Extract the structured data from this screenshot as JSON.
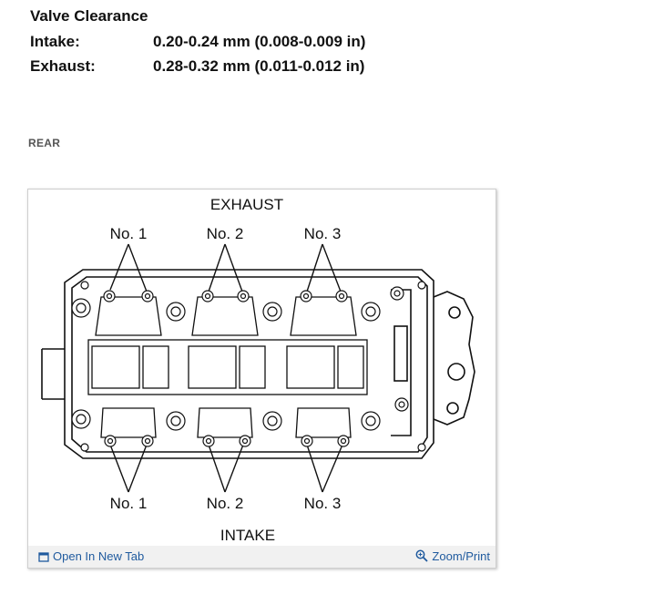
{
  "spec": {
    "title": "Valve Clearance",
    "intake_label": "Intake:",
    "intake_value": "0.20-0.24 mm (0.008-0.009 in)",
    "exhaust_label": "Exhaust:",
    "exhaust_value": "0.28-0.32 mm (0.011-0.012 in)"
  },
  "rear_label": "REAR",
  "diagram": {
    "top_label": "EXHAUST",
    "bottom_label": "INTAKE",
    "top_cylinders": [
      "No. 1",
      "No. 2",
      "No. 3"
    ],
    "bottom_cylinders": [
      "No. 1",
      "No. 2",
      "No. 3"
    ]
  },
  "footer": {
    "open_tab": "Open In New Tab",
    "zoom_print": "Zoom/Print",
    "link_color": "#1f5a9e"
  }
}
